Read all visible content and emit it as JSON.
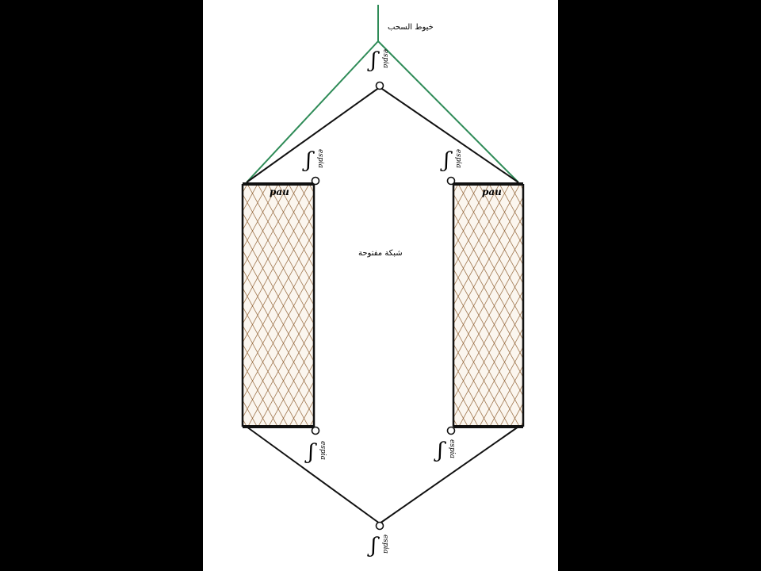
{
  "labels": {
    "pull_line": "خيوط السحب",
    "open_net": "شبكة مفتوحة",
    "pole_left": "pau",
    "pole_right": "pau"
  },
  "marker": {
    "glyph": "ʃ",
    "word": "espia"
  },
  "colors": {
    "background": "#000000",
    "paper": "#ffffff",
    "line": "#111111",
    "pull_line": "#2e8b57",
    "net": "#8b5a2b"
  }
}
